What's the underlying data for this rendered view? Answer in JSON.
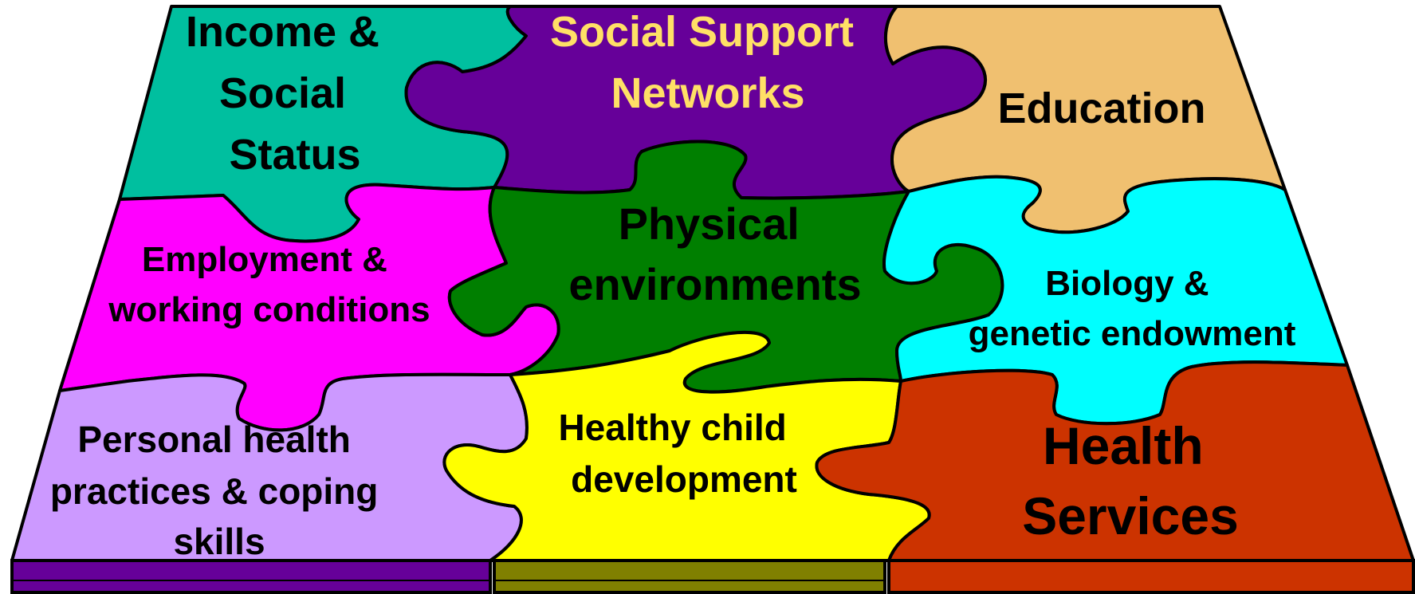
{
  "pieces": {
    "income": {
      "lines": [
        "Income &",
        "Social",
        "Status"
      ],
      "fill": "#00BF9F",
      "text_color": "#000000"
    },
    "social": {
      "lines": [
        "Social Support",
        "Networks"
      ],
      "fill": "#660099",
      "text_color": "#FFE066"
    },
    "education": {
      "lines": [
        "Education"
      ],
      "fill": "#F0C070",
      "text_color": "#000000"
    },
    "employment": {
      "lines": [
        "Employment &",
        "working conditions"
      ],
      "fill": "#FF00FF",
      "text_color": "#000000"
    },
    "physical": {
      "lines": [
        "Physical",
        "environments"
      ],
      "fill": "#007F00",
      "text_color": "#000000"
    },
    "biology": {
      "lines": [
        "Biology &",
        "genetic endowment"
      ],
      "fill": "#00FFFF",
      "text_color": "#000000"
    },
    "personal": {
      "lines": [
        "Personal health",
        "practices & coping",
        "skills"
      ],
      "fill": "#CC99FF",
      "text_color": "#000000"
    },
    "child": {
      "lines": [
        "Healthy child",
        "development"
      ],
      "fill": "#FFFF00",
      "text_color": "#000000"
    },
    "health": {
      "lines": [
        "Health",
        "Services"
      ],
      "fill": "#CC3300",
      "text_color": "#000000"
    }
  },
  "edges": {
    "left": {
      "fill": "#660099"
    },
    "middle": {
      "fill": "#808000"
    },
    "right": {
      "fill": "#CC3300"
    }
  }
}
